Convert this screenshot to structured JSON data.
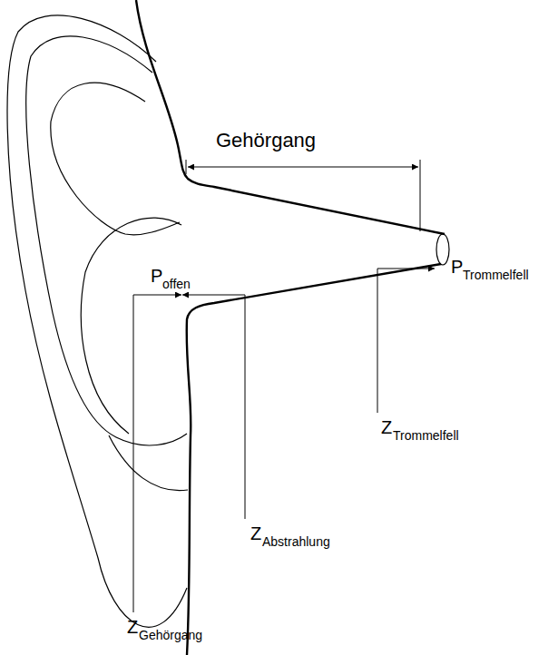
{
  "diagram": {
    "labels": [
      "Gehörgang",
      "P",
      "offen",
      "P",
      "Trommelfell",
      "Z",
      "Trommelfell",
      "Z",
      "Abstrahlung",
      "Z",
      "Gehörgang"
    ]
  }
}
